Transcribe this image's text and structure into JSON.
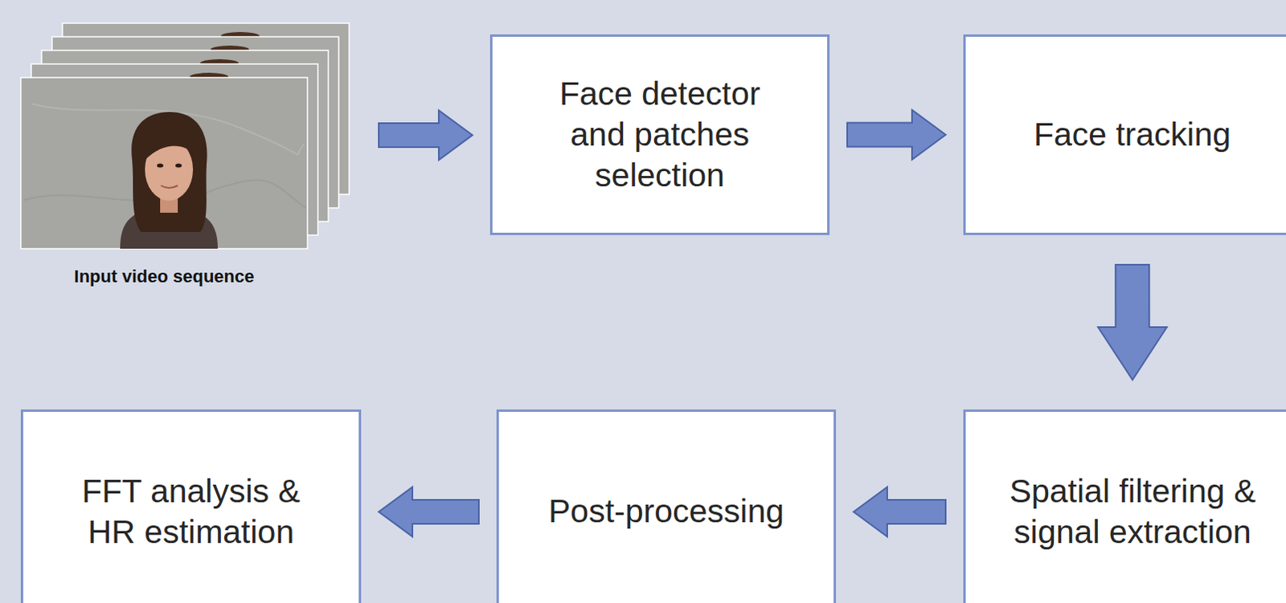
{
  "diagram": {
    "nodes": [
      {
        "text": [
          "Input video sequence"
        ]
      },
      {
        "text": [
          "Face detector and patches selection"
        ]
      },
      {
        "text": [
          "Face tracking"
        ]
      },
      {
        "text": [
          "Spatial filtering & signal extraction"
        ]
      },
      {
        "text": [
          "Post-processing"
        ]
      },
      {
        "text": [
          "FFT analysis & HR estimation"
        ]
      }
    ],
    "edges": [
      {
        "from": 0,
        "to": 1,
        "arrow": "to"
      },
      {
        "from": 1,
        "to": 2,
        "arrow": "to"
      },
      {
        "from": 2,
        "to": 3,
        "arrow": "to"
      },
      {
        "from": 3,
        "to": 4,
        "arrow": "to"
      },
      {
        "from": 4,
        "to": 5,
        "arrow": "to"
      }
    ]
  }
}
